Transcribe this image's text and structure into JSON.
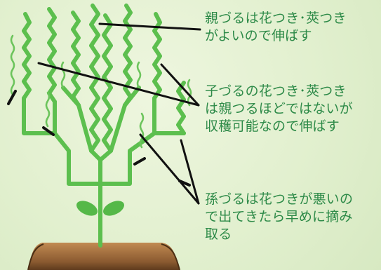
{
  "annotations": [
    {
      "lines": [
        "親づるは花つき･莢つき",
        "がよいので伸ばす"
      ]
    },
    {
      "lines": [
        "子づるの花つき･莢つき",
        "は親つるほどではないが",
        "収穫可能なので伸ばす"
      ]
    },
    {
      "lines": [
        "孫づるは花つきが悪いの",
        "で出てきたら早めに摘み",
        "取る"
      ]
    }
  ],
  "colors": {
    "background": "#e2f0cf",
    "stem": "#5cbf4e",
    "leaf": "#55b848",
    "soil": "#b07a45",
    "soil_dark": "#6b4524",
    "pointer_line": "#111111",
    "text": "#2d8a48"
  }
}
